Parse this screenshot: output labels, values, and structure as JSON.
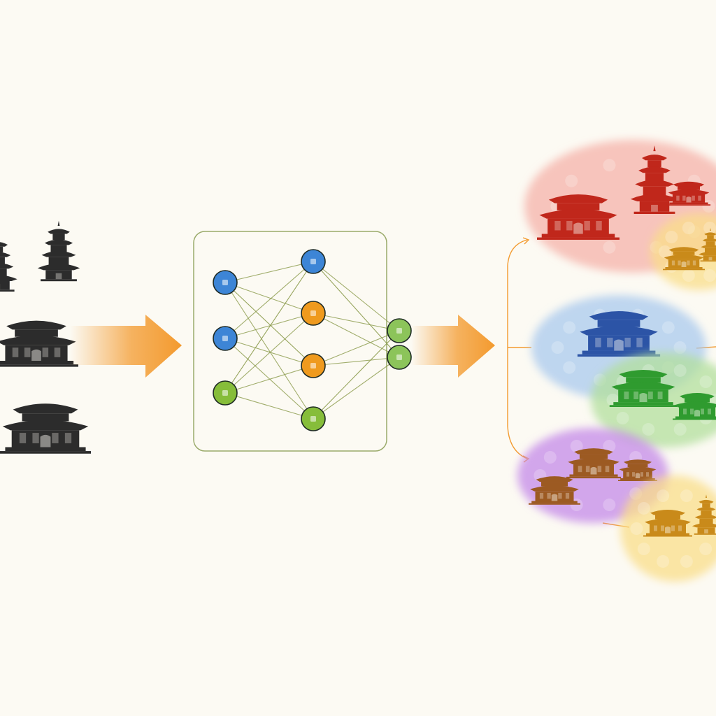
{
  "colors": {
    "background": "#fcfaf3",
    "arrow": "#f39a2e",
    "edge": "#8a9a4a",
    "frame": "#9aaa6a",
    "node_blue": "#3d85d6",
    "node_orange": "#ef9a1e",
    "node_green": "#86bd3a",
    "node_output_green": "#8cc45a",
    "silhouette": "#2c2c2c",
    "cluster_red": "#f6b1a9",
    "cluster_gold": "#f9de8a",
    "cluster_blue": "#a9c9ee",
    "cluster_green": "#b2df9c",
    "cluster_purple": "#c48ae8",
    "building_red": "#c0271b",
    "building_blue": "#2c54a6",
    "building_green": "#2f9b2f",
    "building_brown": "#9c5a22",
    "building_gold": "#c98a1a"
  },
  "input_buildings": [
    {
      "kind": "pagoda-icon"
    },
    {
      "kind": "pagoda-icon"
    },
    {
      "kind": "palace-hall-icon"
    },
    {
      "kind": "palace-hall-icon"
    }
  ],
  "network": {
    "layers": [
      [
        "node_blue",
        "node_blue",
        "node_green"
      ],
      [
        "node_blue",
        "node_orange",
        "node_orange",
        "node_green"
      ],
      [
        "node_output_green",
        "node_output_green"
      ]
    ]
  },
  "clusters": [
    {
      "color": "cluster_red",
      "building": "building_red",
      "count": 3
    },
    {
      "color": "cluster_gold",
      "building": "building_gold",
      "count": 2
    },
    {
      "color": "cluster_blue",
      "building": "building_blue",
      "count": 1
    },
    {
      "color": "cluster_green",
      "building": "building_green",
      "count": 2
    },
    {
      "color": "cluster_purple",
      "building": "building_brown",
      "count": 3
    },
    {
      "color": "cluster_gold",
      "building": "building_gold",
      "count": 2
    }
  ]
}
